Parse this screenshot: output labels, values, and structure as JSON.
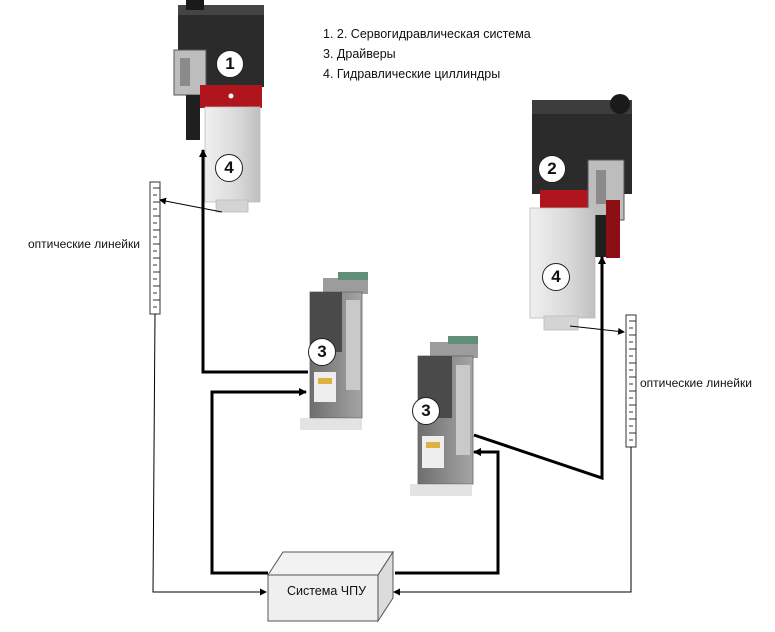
{
  "legend": [
    "1. 2. Сервогидравлическая система",
    "3. Драйверы",
    "4. Гидравлические циллиндры"
  ],
  "labels": {
    "optical_rulers_left": "оптические линейки",
    "optical_rulers_right": "оптические линейки",
    "cnc_system": "Система ЧПУ"
  },
  "badges": {
    "servo_1": "1",
    "servo_2": "2",
    "driver_a": "3",
    "driver_b": "3",
    "cylinder_1": "4",
    "cylinder_2": "4"
  },
  "colors": {
    "servo_body": "#2b2b2b",
    "servo_accent": "#b0141c",
    "cylinder": "#d9d9d9",
    "driver_body": "#8f8f8f",
    "line": "#000000"
  }
}
